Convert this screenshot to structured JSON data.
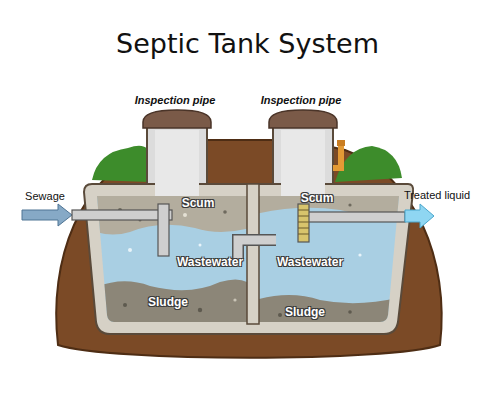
{
  "diagram": {
    "title": "Septic Tank System",
    "nodes": [
      {
        "text": [
          "Scum",
          "Wastewater",
          "Sludge"
        ]
      },
      {
        "text": [
          "Scum",
          "Wastewater",
          "Sludge"
        ]
      }
    ],
    "labels": [
      "Inspection pipe",
      "Inspection pipe",
      "Sewage",
      "Treated liquid"
    ]
  }
}
